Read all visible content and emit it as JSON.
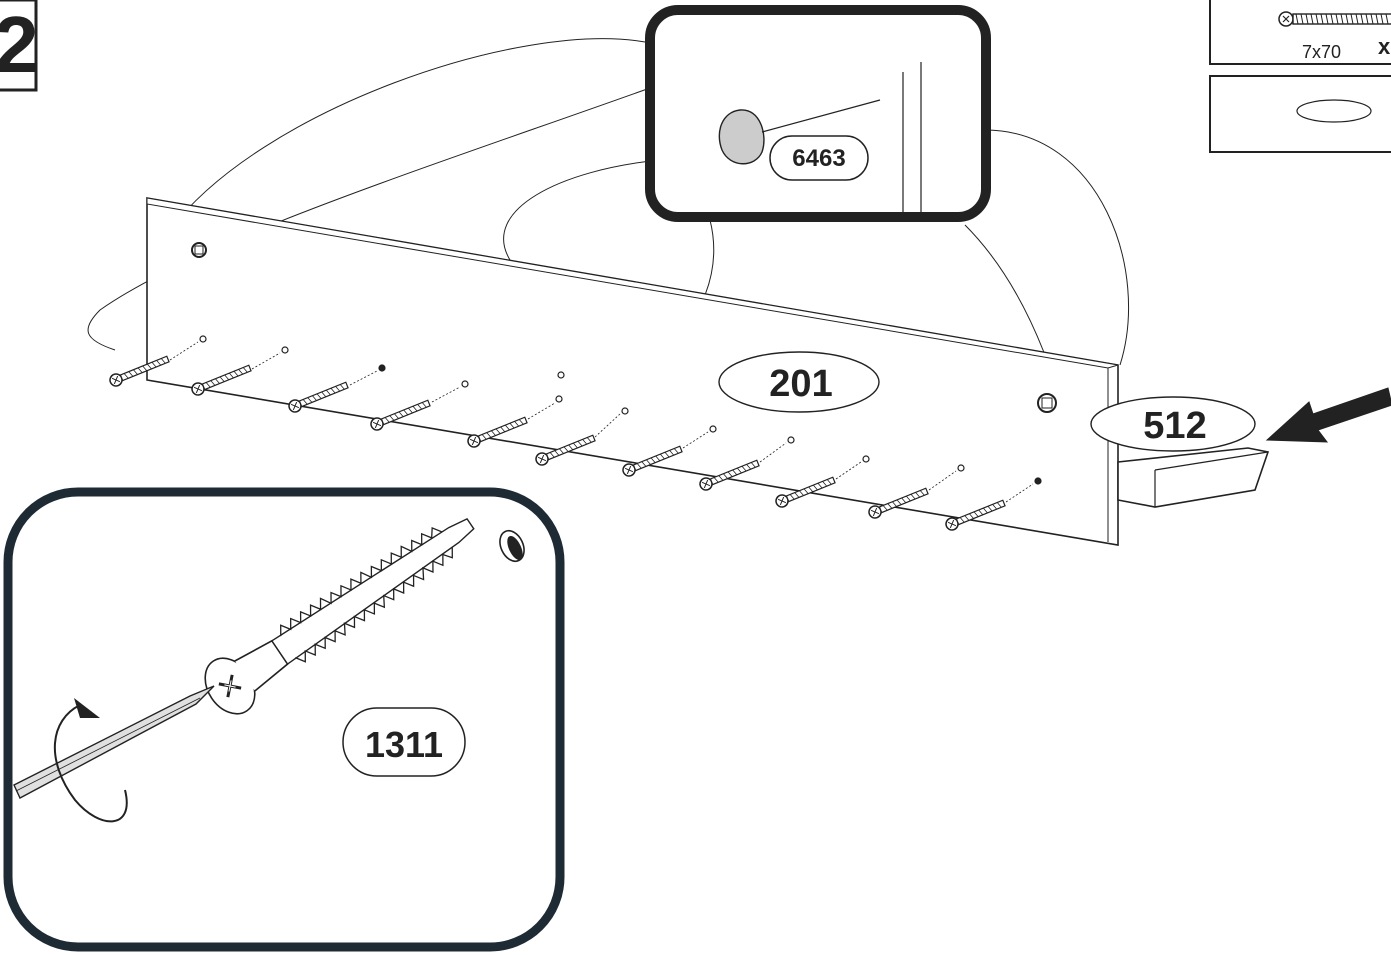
{
  "step": {
    "number": "2"
  },
  "parts": {
    "panel": "201",
    "block": "512",
    "cap": "6463",
    "screw": "1311"
  },
  "hardware": {
    "screw_size": "7x70",
    "qty_symbol": "x"
  },
  "colors": {
    "line": "#222222",
    "frame": "#1e2b34",
    "cap_fill": "#cccccc"
  }
}
